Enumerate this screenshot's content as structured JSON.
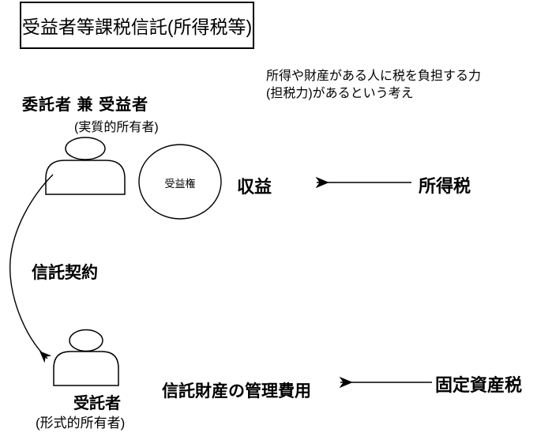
{
  "title": "受益者等課税信託(所得税等)",
  "note": {
    "line1": "所得や財産がある人に税を負担する力",
    "line2": "(担税力)があるという考え"
  },
  "settlor": {
    "label": "委託者 兼 受益者",
    "sublabel": "(実質的所有者)"
  },
  "beneficiary_right": {
    "label": "受益権"
  },
  "income": {
    "label": "収益",
    "tax_label": "所得税"
  },
  "trust_contract": {
    "label": "信託契約"
  },
  "trustee": {
    "label": "受託者",
    "sublabel": "(形式的所有者)"
  },
  "management": {
    "label": "信託財産の管理費用",
    "tax_label": "固定資産税"
  },
  "colors": {
    "ink": "#000000",
    "background": "#ffffff"
  }
}
